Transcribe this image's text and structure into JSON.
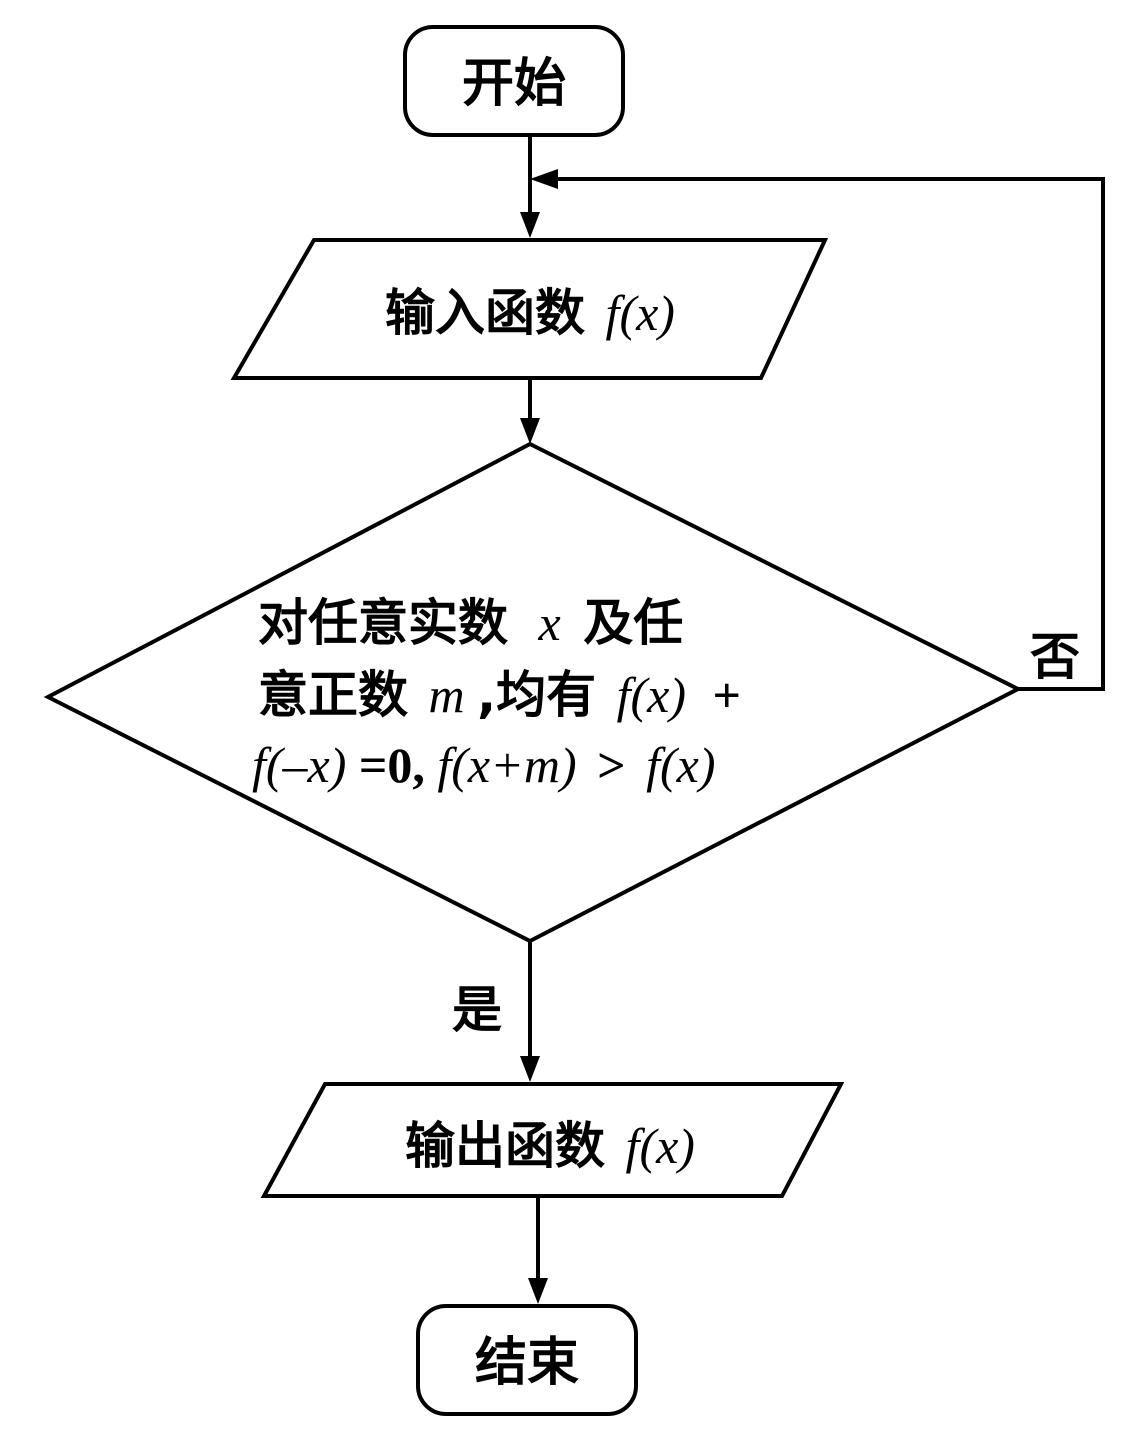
{
  "nodes": {
    "start": {
      "label": "开始"
    },
    "input": {
      "label": "输入函数",
      "math": "f(x)"
    },
    "decision": {
      "line1": "对任意实数",
      "line1_var": "x",
      "line1_tail": "及任",
      "line2": "意正数",
      "line2_var": "m",
      "line2_mid": ",均有",
      "line2_expr": "f(x)",
      "line2_tail": "+",
      "line3_expr1": "f(–x)",
      "line3_eq": "=0,",
      "line3_expr2": "f(x+m)",
      "line3_gt": ">",
      "line3_expr3": "f(x)"
    },
    "output": {
      "label": "输出函数",
      "math": "f(x)"
    },
    "end": {
      "label": "结束"
    }
  },
  "edges": {
    "yes_label": "是",
    "no_label": "否"
  }
}
